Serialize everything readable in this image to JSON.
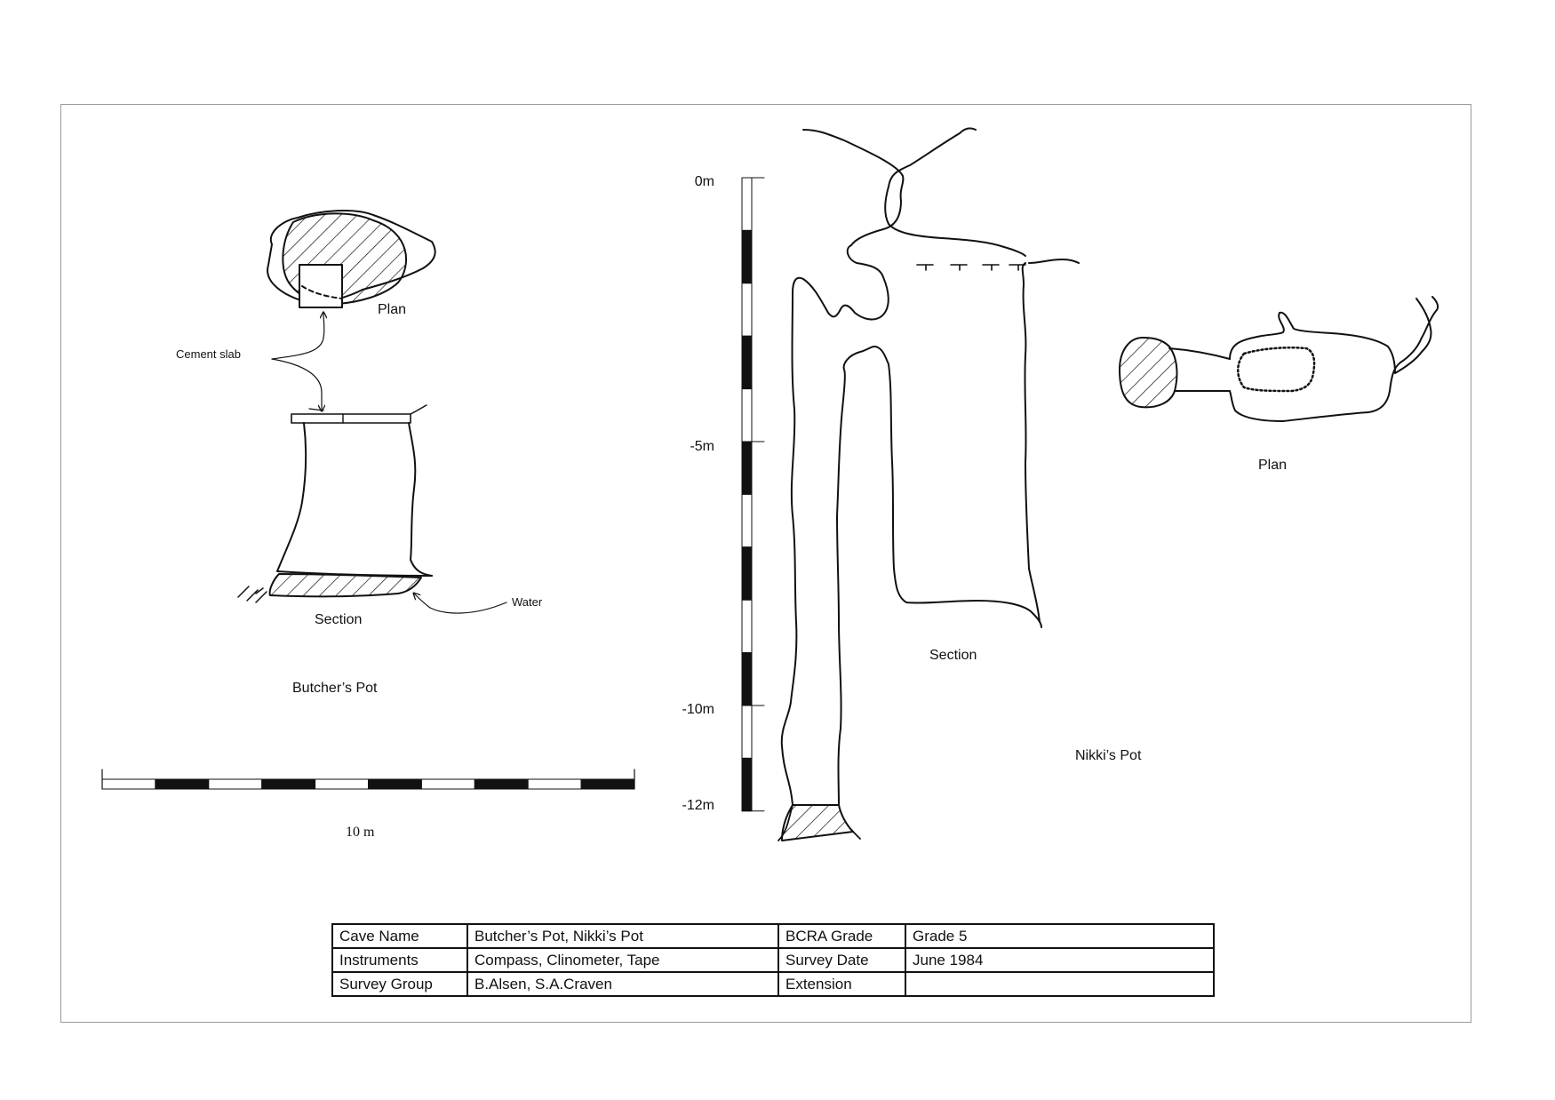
{
  "butchers_pot": {
    "title": "Butcher’s Pot",
    "plan_label": "Plan",
    "section_label": "Section",
    "cement_slab_label": "Cement slab",
    "water_label": "Water"
  },
  "nikkis_pot": {
    "title": "Nikki’s Pot",
    "plan_label": "Plan",
    "section_label": "Section"
  },
  "horizontal_scale": {
    "label": "10 m",
    "length_m": 10,
    "segments": 10
  },
  "depth_scale": {
    "labels": [
      {
        "text": "0m",
        "depth_m": 0
      },
      {
        "text": "-5m",
        "depth_m": -5
      },
      {
        "text": "-10m",
        "depth_m": -10
      },
      {
        "text": "-12m",
        "depth_m": -12
      }
    ],
    "segment_m": 1
  },
  "info_table": {
    "rows": [
      {
        "k1": "Cave Name",
        "v1": "Butcher’s Pot, Nikki’s Pot",
        "k2": "BCRA Grade",
        "v2": "Grade 5"
      },
      {
        "k1": "Instruments",
        "v1": "Compass, Clinometer, Tape",
        "k2": "Survey Date",
        "v2": "June 1984"
      },
      {
        "k1": "Survey Group",
        "v1": "B.Alsen, S.A.Craven",
        "k2": "Extension",
        "v2": ""
      }
    ]
  },
  "colors": {
    "ink": "#111111",
    "frame": "#9a9a9a",
    "background": "#ffffff"
  }
}
